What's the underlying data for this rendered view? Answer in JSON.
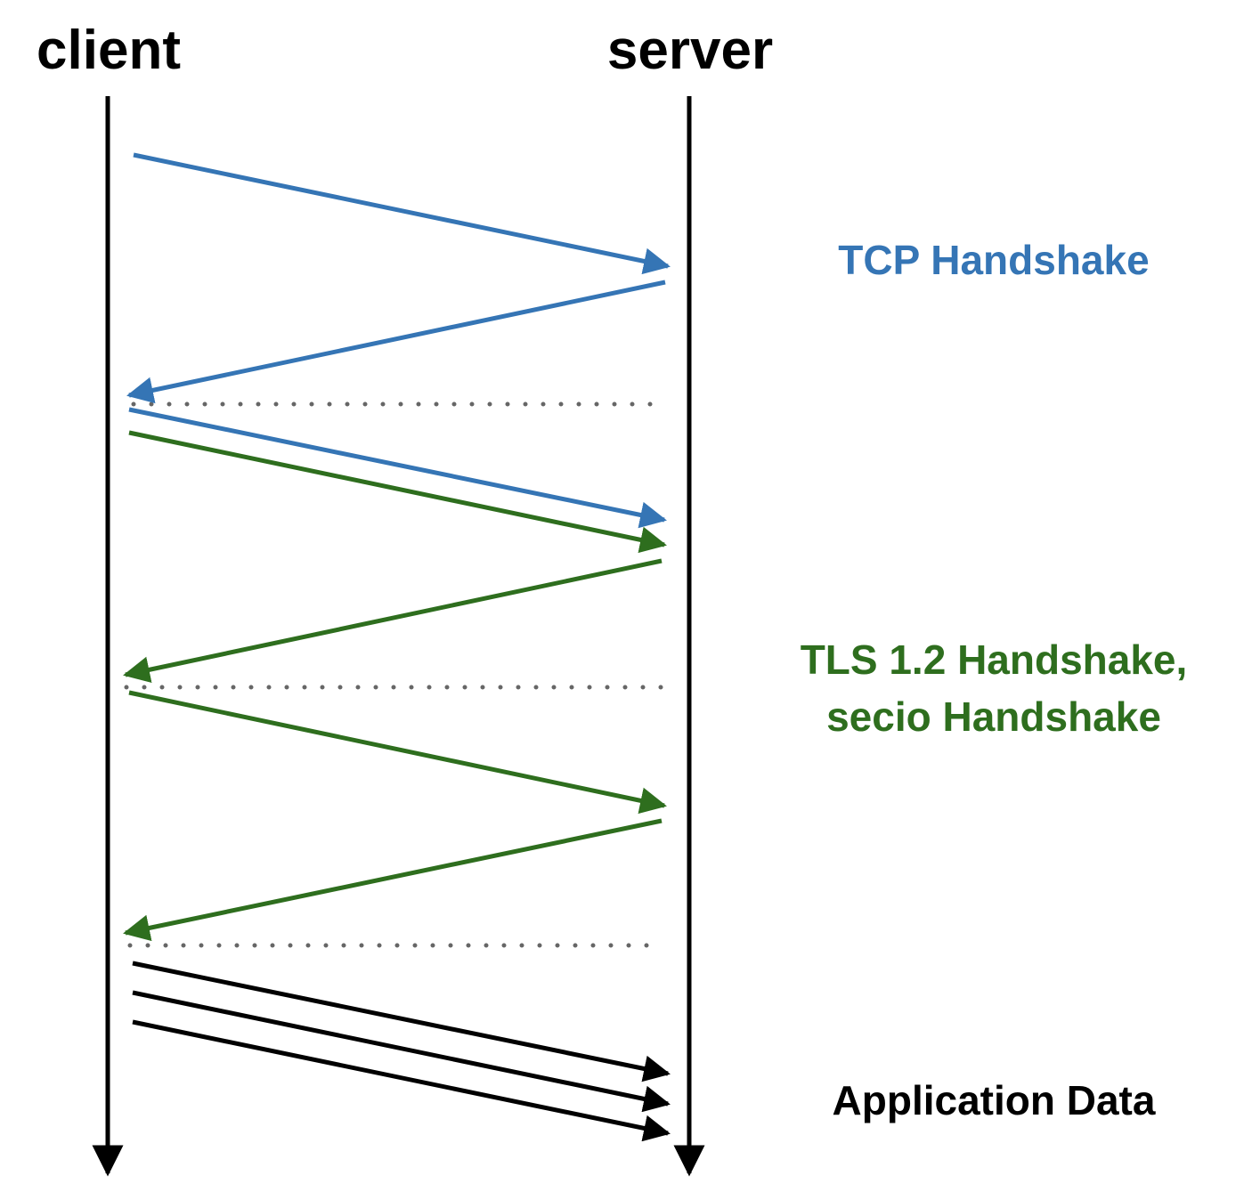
{
  "actors": {
    "client": "client",
    "server": "server"
  },
  "phases": {
    "tcp": {
      "label": "TCP Handshake",
      "color": "#3575b5"
    },
    "tls": {
      "line1": "TLS 1.2 Handshake,",
      "line2": "secio Handshake",
      "color": "#2e6e1e"
    },
    "app": {
      "label": "Application Data",
      "color": "#000000"
    }
  },
  "colors": {
    "lifeline": "#000000",
    "separator": "#666666"
  },
  "messages": [
    {
      "from": "client",
      "to": "server",
      "phase": "tcp"
    },
    {
      "from": "server",
      "to": "client",
      "phase": "tcp"
    },
    {
      "from": "client",
      "to": "server",
      "phase": "tcp"
    },
    {
      "from": "client",
      "to": "server",
      "phase": "tls"
    },
    {
      "from": "server",
      "to": "client",
      "phase": "tls"
    },
    {
      "from": "client",
      "to": "server",
      "phase": "tls"
    },
    {
      "from": "server",
      "to": "client",
      "phase": "tls"
    },
    {
      "from": "client",
      "to": "server",
      "phase": "app"
    },
    {
      "from": "client",
      "to": "server",
      "phase": "app"
    },
    {
      "from": "client",
      "to": "server",
      "phase": "app"
    }
  ]
}
